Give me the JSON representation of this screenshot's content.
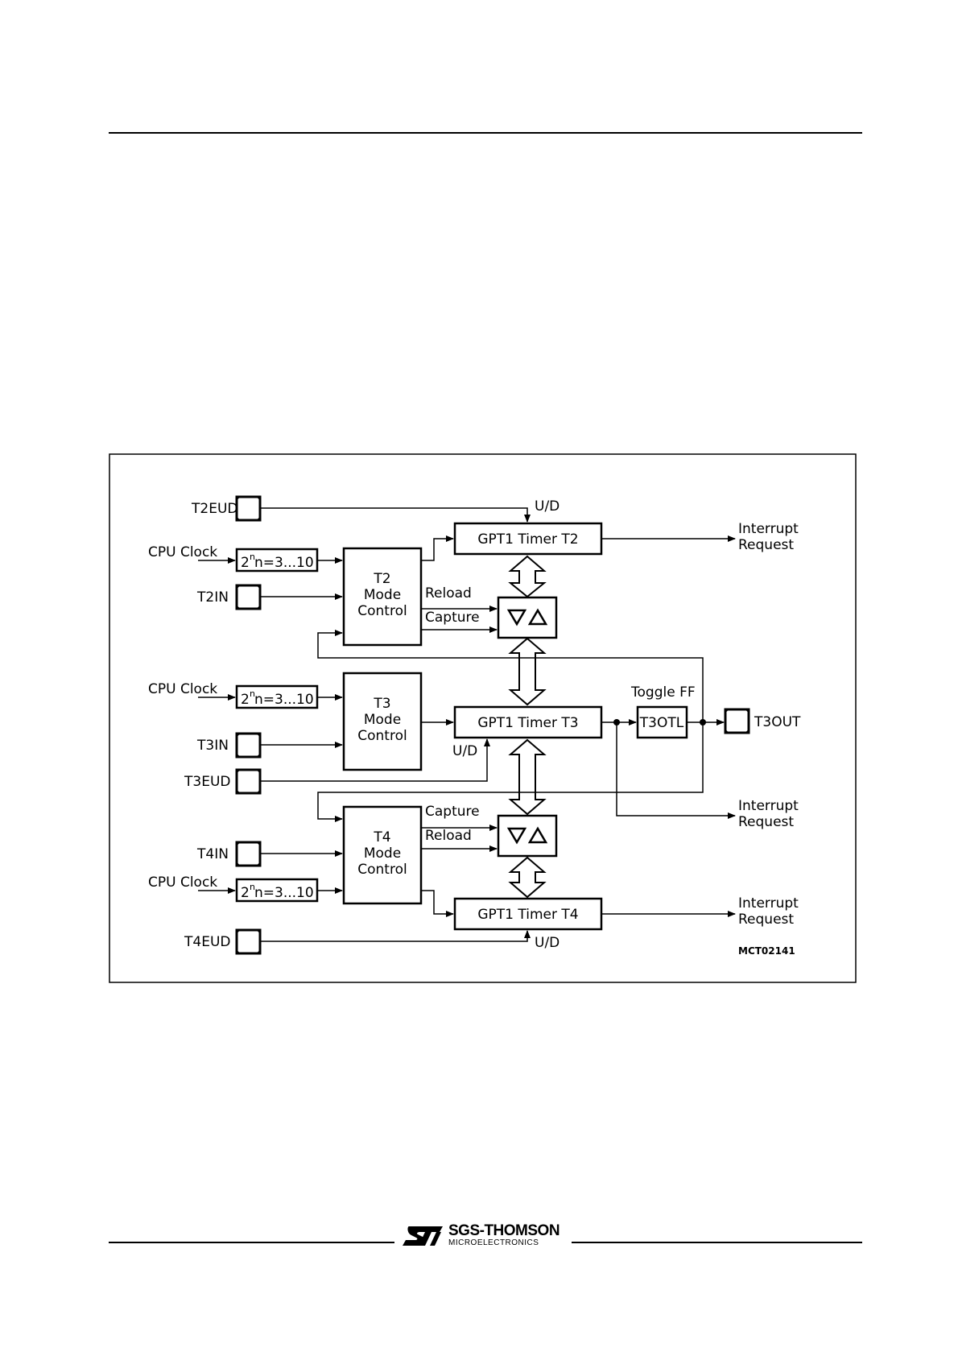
{
  "diagram": {
    "pins": {
      "t2eud": "T2EUD",
      "t2in": "T2IN",
      "t3in": "T3IN",
      "t3eud": "T3EUD",
      "t4in": "T4IN",
      "t4eud": "T4EUD",
      "t3out": "T3OUT"
    },
    "cpu_clock": "CPU  Clock",
    "prescaler_base": "2",
    "prescaler_exp": "n",
    "prescaler_range": " n=3...10",
    "mode": {
      "t2": "T2",
      "t3": "T3",
      "t4": "T4",
      "line2": "Mode",
      "line3": "Control"
    },
    "timers": {
      "t2": "GPT1  Timer  T2",
      "t3": "GPT1  Timer  T3",
      "t4": "GPT1  Timer  T4"
    },
    "updown": "U/D",
    "reload": "Reload",
    "capture": "Capture",
    "toggle_ff": "Toggle  FF",
    "t3otl": "T3OTL",
    "interrupt_line1": "Interrupt",
    "interrupt_line2": "Request",
    "figure_id": "MCT02141"
  },
  "footer": {
    "brand": "SGS-THOMSON",
    "sub": "MICROELECTRONICS"
  }
}
